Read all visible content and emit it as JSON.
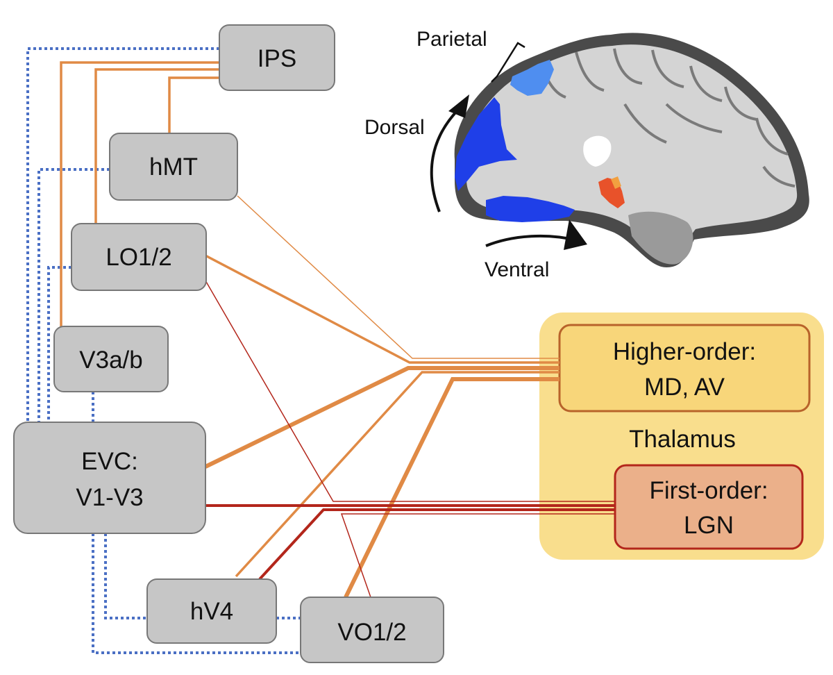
{
  "nodes": {
    "ips": "IPS",
    "hmt": "hMT",
    "lo12": "LO1/2",
    "v3ab": "V3a/b",
    "evc_line1": "EVC:",
    "evc_line2": "V1-V3",
    "hv4": "hV4",
    "vo12": "VO1/2"
  },
  "thalamus": {
    "title": "Thalamus",
    "higher_order_line1": "Higher-order:",
    "higher_order_line2": "MD, AV",
    "first_order_line1": "First-order:",
    "first_order_line2": "LGN"
  },
  "brain": {
    "parietal": "Parietal",
    "dorsal": "Dorsal",
    "ventral": "Ventral"
  },
  "colors": {
    "node_fill": "#c6c6c6",
    "node_stroke": "#777777",
    "thalamus_bg": "#f9de8d",
    "higher_order_fill": "#f8d67a",
    "higher_order_stroke": "#b8632a",
    "first_order_fill": "#ebb08a",
    "first_order_stroke": "#b3261b",
    "higher_order_line": "#e08a45",
    "first_order_line": "#b3261b",
    "dotted_line": "#4a6fc4",
    "dorsal_roi": "#1f3fe8",
    "parietal_roi": "#4f8ef0",
    "thalamic_roi": "#e8522a"
  }
}
